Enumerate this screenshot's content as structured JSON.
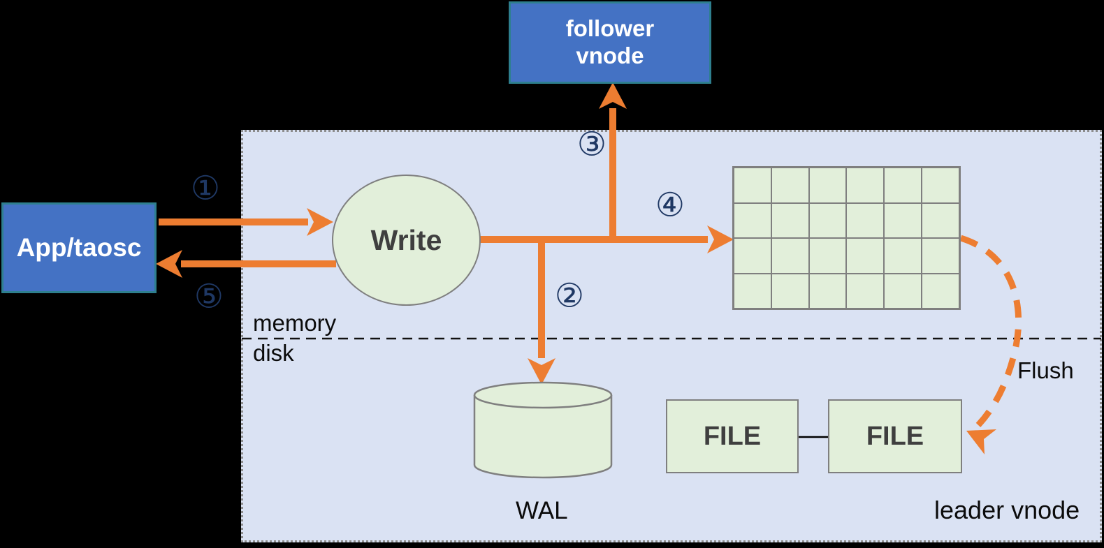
{
  "nodes": {
    "app": {
      "label": "App/taosc"
    },
    "follower": {
      "line1": "follower",
      "line2": "vnode"
    },
    "write": {
      "label": "Write"
    },
    "wal": {
      "label": "WAL"
    },
    "file_left": {
      "label": "FILE"
    },
    "file_right": {
      "label": "FILE"
    }
  },
  "labels": {
    "memory": "memory",
    "disk": "disk",
    "flush": "Flush",
    "leader_vnode": "leader vnode"
  },
  "steps": {
    "step1": "①",
    "step2": "②",
    "step3": "③",
    "step4": "④",
    "step5": "⑤"
  },
  "grid": {
    "rows": 4,
    "cols": 6
  },
  "colors": {
    "arrow_orange": "#ED7D31",
    "node_blue": "#4472C4",
    "node_blue_border": "#2E7F8E",
    "node_green": "#E2EFDA",
    "node_green_border": "#7F7F7F",
    "panel_bg": "#DAE2F3",
    "panel_border": "#8C8C8C",
    "step_navy": "#1F3864"
  }
}
